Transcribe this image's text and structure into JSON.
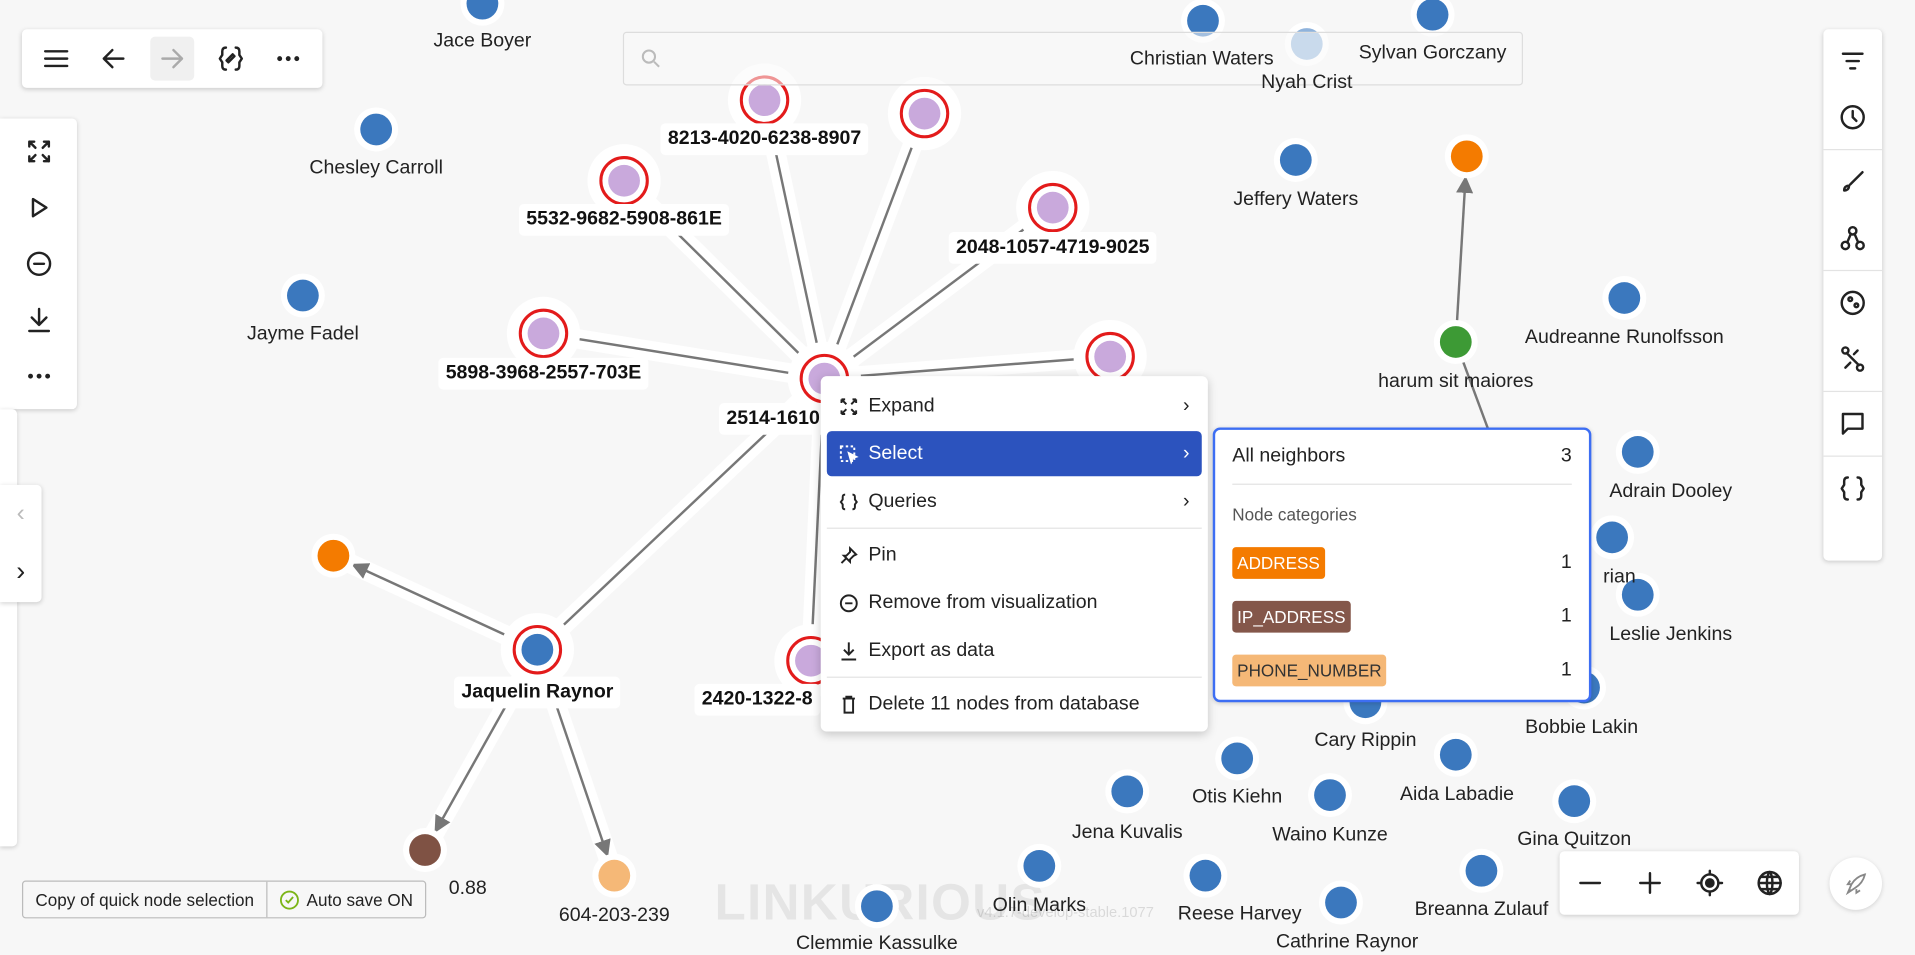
{
  "toolbar": {
    "menu": "menu-icon",
    "back": "arrow-left-icon",
    "forward": "arrow-right-icon",
    "edit_query": "edit-query-icon",
    "more": "more-icon"
  },
  "search": {
    "placeholder": ""
  },
  "graph": {
    "nodes": [
      {
        "label": "Jace Boyer"
      },
      {
        "label": "Chesley Carroll"
      },
      {
        "label": "Jayme Fadel"
      },
      {
        "label": "Christian Waters"
      },
      {
        "label": "Nyah Crist"
      },
      {
        "label": "Sylvan Gorczany"
      },
      {
        "label": "Jeffery Waters"
      },
      {
        "label": "harum sit maiores"
      },
      {
        "label": "Audreanne Runolfsson"
      },
      {
        "label": "Adrain Dooley"
      },
      {
        "label": "Leslie Jenkins"
      },
      {
        "label": "Cary Rippin"
      },
      {
        "label": "Bobbie Lakin"
      },
      {
        "label": "Aida Labadie"
      },
      {
        "label": "Otis Kiehn"
      },
      {
        "label": "Jena Kuvalis"
      },
      {
        "label": "Waino Kunze"
      },
      {
        "label": "Gina Quitzon"
      },
      {
        "label": "Olin Marks"
      },
      {
        "label": "Reese Harvey"
      },
      {
        "label": "Breanna Zulauf"
      },
      {
        "label": "Clemmie Kassulke"
      },
      {
        "label": "Cathrine Raynor"
      },
      {
        "label": "8213-4020-6238-8907"
      },
      {
        "label": "5532-9682-5908-861E"
      },
      {
        "label": "2048-1057-4719-9025"
      },
      {
        "label": "5898-3968-2557-703E"
      },
      {
        "label": "2514-1610"
      },
      {
        "label": "2420-1322-8"
      },
      {
        "label": "Jaquelin Raynor"
      },
      {
        "label": "604-203-239"
      },
      {
        "label": "0.88"
      },
      {
        "label": ""
      },
      {
        "label": ""
      },
      {
        "label": ""
      },
      {
        "label": ""
      },
      {
        "label": "rian"
      }
    ],
    "colors": {
      "person": "#3b78be",
      "card": "#c9a9dc",
      "address": "#f47b00",
      "ip": "#7f5244",
      "phone": "#f5b877",
      "other": "#3d9a35",
      "selected_ring": "#e31b1b"
    }
  },
  "context_menu": {
    "items": [
      {
        "label": "Expand",
        "icon": "expand-icon"
      },
      {
        "label": "Select",
        "icon": "select-icon"
      },
      {
        "label": "Queries",
        "icon": "braces-icon"
      },
      {
        "label": "Pin",
        "icon": "pin-icon"
      },
      {
        "label": "Remove from visualization",
        "icon": "minus-circle-icon"
      },
      {
        "label": "Export as data",
        "icon": "download-icon"
      },
      {
        "label": "Delete 11 nodes from database",
        "icon": "trash-icon"
      }
    ]
  },
  "select_submenu": {
    "all_neighbors_label": "All neighbors",
    "all_neighbors_count": "3",
    "categories_heading": "Node categories",
    "categories": [
      {
        "label": "ADDRESS",
        "count": "1",
        "color": "#f47b00",
        "text_color": "#ffffff"
      },
      {
        "label": "IP_ADDRESS",
        "count": "1",
        "color": "#84574a",
        "text_color": "#ffffff"
      },
      {
        "label": "PHONE_NUMBER",
        "count": "1",
        "color": "#f5b877",
        "text_color": "#333333"
      }
    ]
  },
  "status_bar": {
    "visualization_name": "Copy of quick node selection",
    "autosave": "Auto save ON"
  },
  "watermark": {
    "logo": "LINKURIOUS",
    "version": "v4.1.7-develop-stable.1077"
  }
}
